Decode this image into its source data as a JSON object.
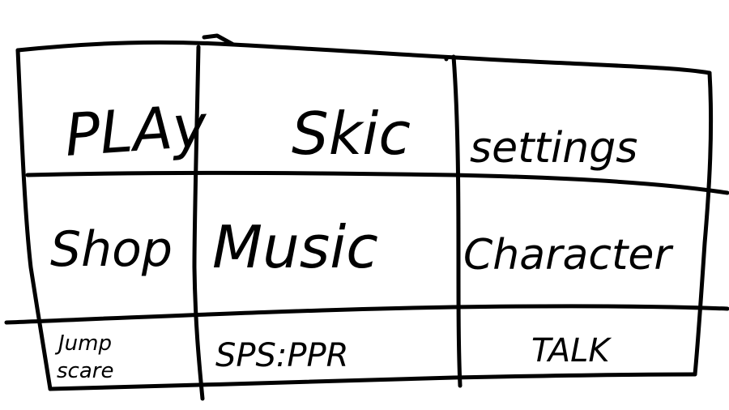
{
  "menu": {
    "play": "PLAy",
    "skin": "Skic",
    "settings": "settings",
    "shop": "Shop",
    "music": "Music",
    "character": "Character",
    "jumpscare_line1": "Jump",
    "jumpscare_line2": "scare",
    "sps": "SPS:PPR",
    "talk": "TALK"
  },
  "colors": {
    "ink": "#000000",
    "paper": "#ffffff"
  }
}
